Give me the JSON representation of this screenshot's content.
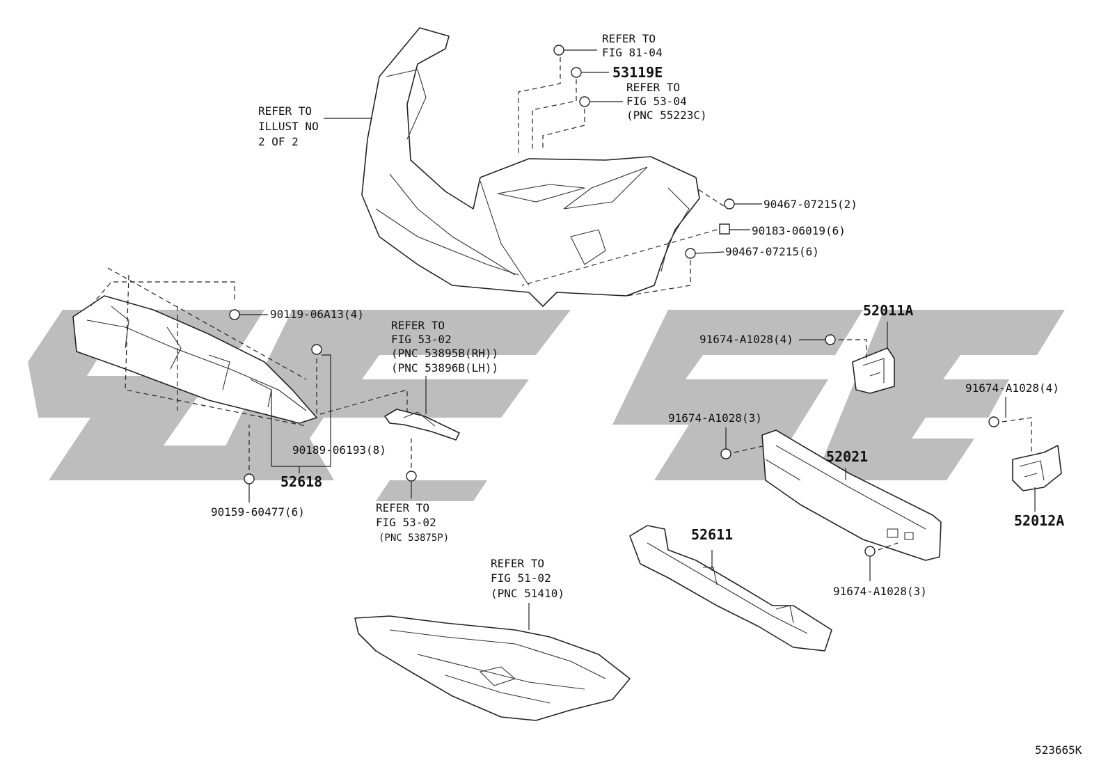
{
  "diagram": {
    "catalog_code": "523665K",
    "watermark_color": "#bdbdbd",
    "line_color": "#222222",
    "labels": {
      "refer_illust": [
        "REFER TO",
        "ILLUST NO",
        "2 OF 2"
      ],
      "refer_81_04": [
        "REFER TO",
        "FIG 81-04"
      ],
      "p53119e": "53119E",
      "refer_53_04": [
        "REFER TO",
        "FIG 53-04",
        "(PNC 55223C)"
      ],
      "p90467_2": "90467-07215(2)",
      "p90183": "90183-06019(6)",
      "p90467_6": "90467-07215(6)",
      "p90119": "90119-06A13(4)",
      "refer_53_02a": [
        "REFER TO",
        "FIG 53-02",
        "(PNC 53895B(RH))",
        "(PNC 53896B(LH))"
      ],
      "p52011a": "52011A",
      "p91674_4a": "91674-A1028(4)",
      "p91674_4b": "91674-A1028(4)",
      "p91674_3a": "91674-A1028(3)",
      "p91674_3b": "91674-A1028(3)",
      "p52021": "52021",
      "p52012a": "52012A",
      "p90189": "90189-06193(8)",
      "p52618": "52618",
      "p90159": "90159-60477(6)",
      "refer_53_02b": [
        "REFER TO",
        "FIG 53-02",
        "(PNC 53875P)"
      ],
      "p52611": "52611",
      "refer_51_02": [
        "REFER TO",
        "FIG 51-02",
        "(PNC 51410)"
      ]
    }
  }
}
